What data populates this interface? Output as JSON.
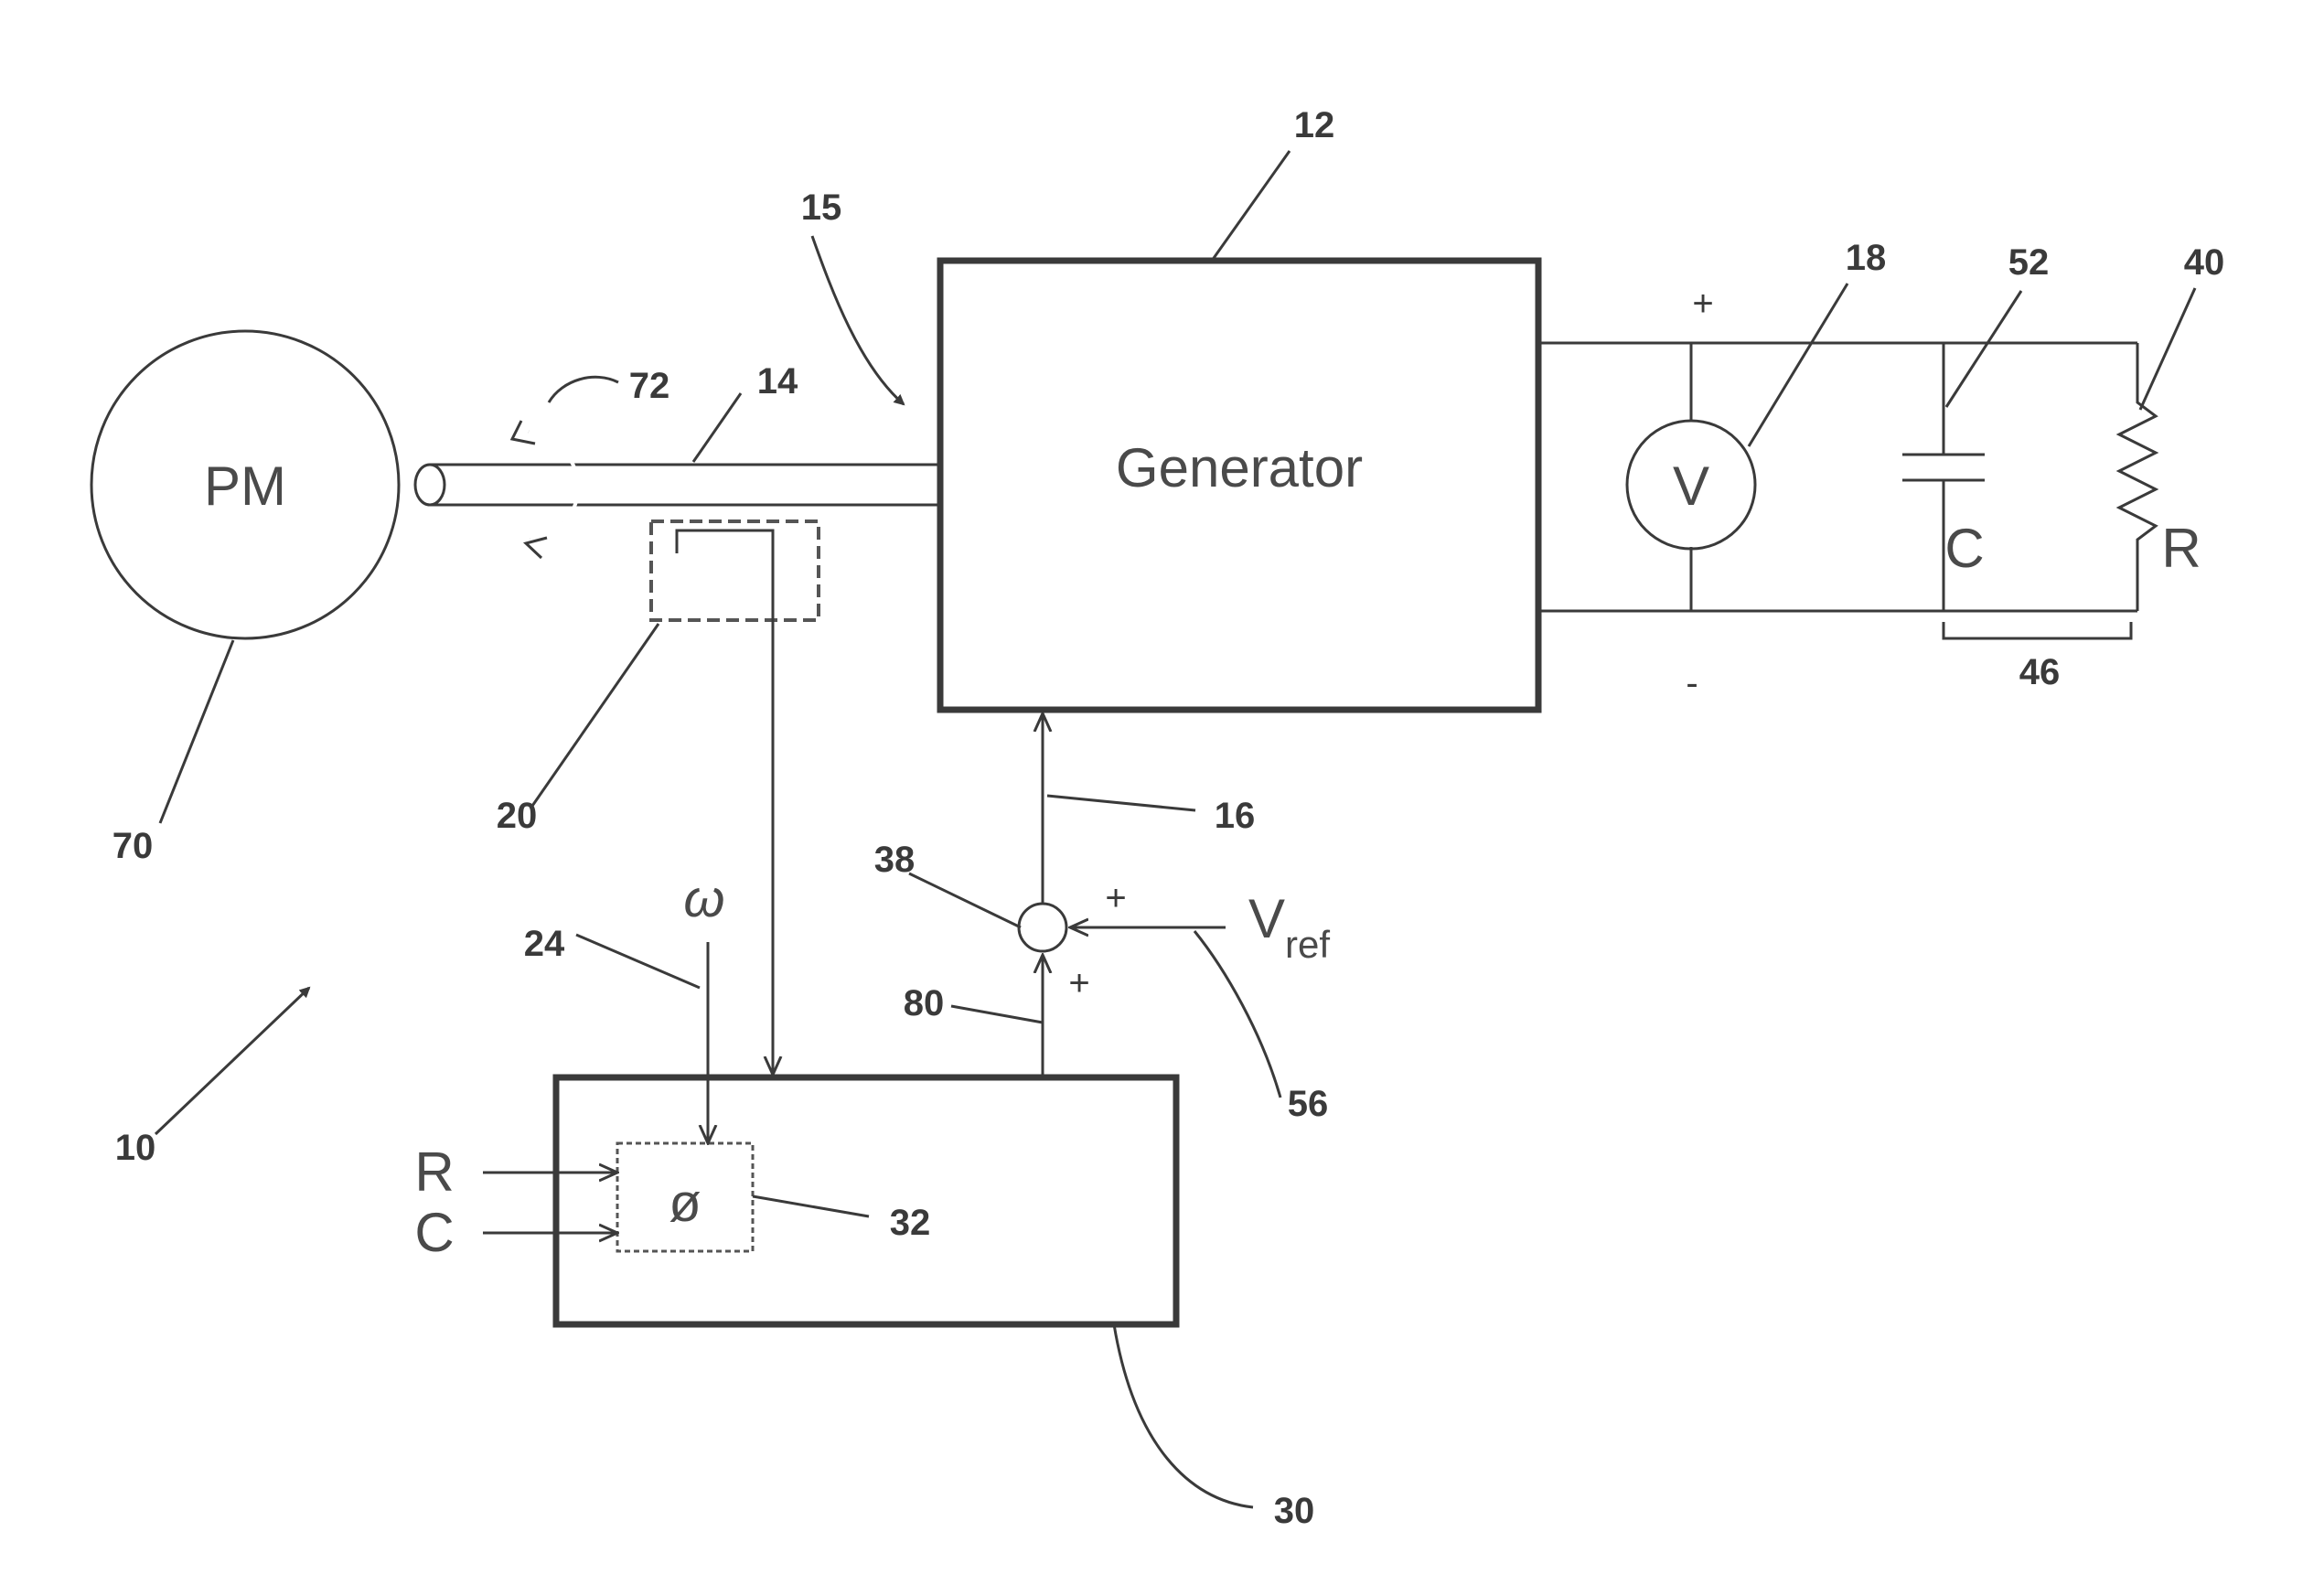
{
  "blocks": {
    "prime_mover": "PM",
    "generator": "Generator"
  },
  "symbols": {
    "voltmeter": "V",
    "capacitor": "C",
    "resistor": "R",
    "omega": "ω",
    "phi": "ø",
    "input_r": "R",
    "input_c": "C",
    "vref_main": "V",
    "vref_sub": "ref",
    "plus_top": "+",
    "minus_bottom": "-",
    "sum_plus_right": "+",
    "sum_plus_bottom": "+"
  },
  "refs": {
    "system": "10",
    "generator": "12",
    "shaft": "14",
    "shaft_end": "15",
    "control_signal": "16",
    "voltmeter": "18",
    "sensor": "20",
    "speed_input": "24",
    "controller": "30",
    "phase_block": "32",
    "summer": "38",
    "resistor": "40",
    "load": "46",
    "capacitor": "52",
    "reference_line": "56",
    "prime_mover": "70",
    "rotation": "72",
    "correction_signal": "80"
  }
}
